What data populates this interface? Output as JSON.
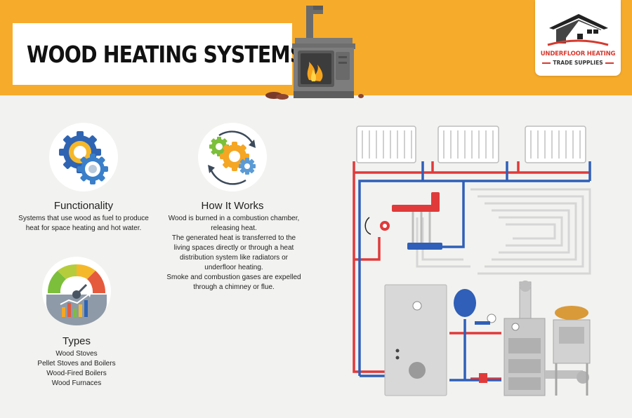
{
  "header": {
    "title": "WOOD HEATING SYSTEMS"
  },
  "logo": {
    "line1": "UNDERFLOOR HEATING",
    "line2": "TRADE SUPPLIES"
  },
  "sections": {
    "functionality": {
      "title": "Functionality",
      "text": "Systems that use wood as fuel to produce heat for space heating and hot water."
    },
    "how_it_works": {
      "title": "How It Works",
      "paragraphs": [
        "Wood is burned in a combustion chamber, releasing heat.",
        "The generated heat is transferred to the living spaces directly or through a heat distribution system like radiators or underfloor heating.",
        "Smoke and combustion gases are expelled through a chimney or flue."
      ]
    },
    "types": {
      "title": "Types",
      "items": [
        "Wood Stoves",
        "Pellet Stoves and Boilers",
        "Wood-Fired Boilers",
        "Wood Furnaces"
      ]
    }
  },
  "colors": {
    "header_orange": "#f7ab2a",
    "brand_red": "#d63a2f",
    "pipe_red": "#e03a3a",
    "pipe_blue": "#2f5fb8",
    "gear_blue": "#2f64b3",
    "gear_yellow": "#f5b82a",
    "gear_green": "#7bbf3a"
  },
  "icons": [
    "wood-stove-icon",
    "house-logo-icon",
    "gears-icon",
    "cycle-gears-icon",
    "gauge-chart-icon",
    "heating-system-diagram"
  ]
}
